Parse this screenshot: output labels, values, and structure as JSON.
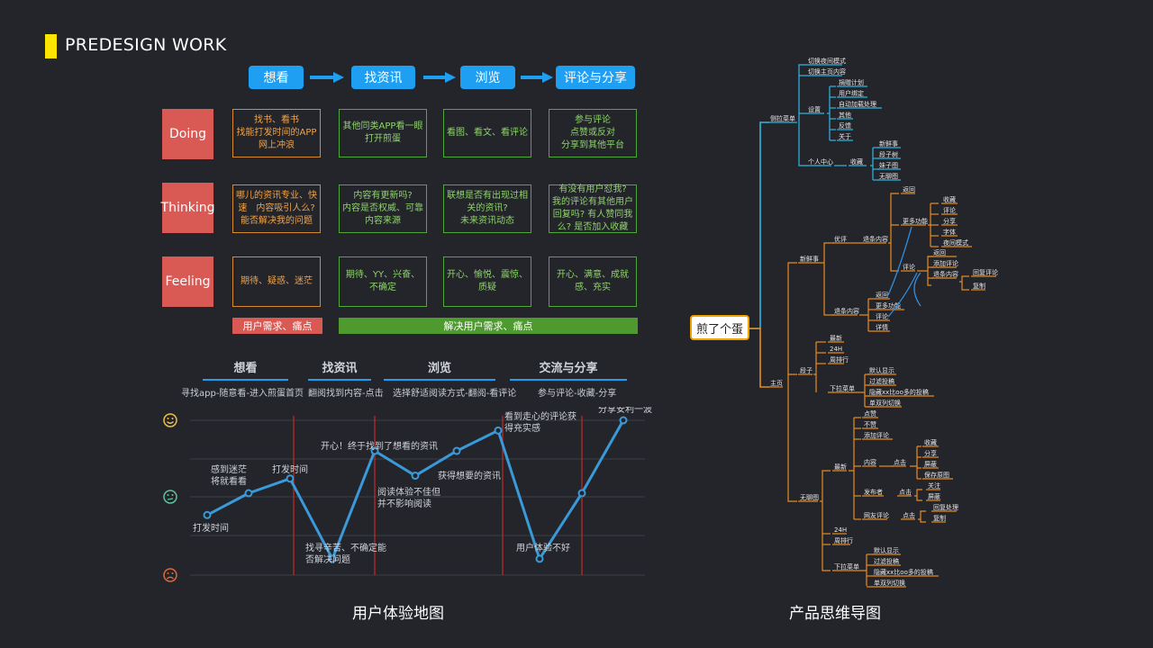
{
  "header": {
    "title": "PREDESIGN WORK"
  },
  "flow": {
    "steps": [
      "想看",
      "找资讯",
      "浏览",
      "评论与分享"
    ]
  },
  "rows": [
    {
      "label": "Doing",
      "cells": [
        "找书、看书\n找能打发时间的APP\n网上冲浪",
        "其他同类APP看一眼\n打开煎蛋",
        "看图、看文、看评论",
        "参与评论\n点赞或反对\n分享到其他平台"
      ]
    },
    {
      "label": "Thinking",
      "cells": [
        "哪儿的资讯专业、快速　内容吸引人么?能否解决我的问题",
        "内容有更新吗?\n内容是否权威、可靠\n内容来源",
        "联想是否有出现过相关的资讯?\n未来资讯动态",
        "有没有用户怼我?\n我的评论有其他用户回复吗? 有人赞同我么? 是否加入收藏"
      ]
    },
    {
      "label": "Feeling",
      "cells": [
        "期待、疑惑、迷茫",
        "期待、YY、兴奋、不确定",
        "开心、愉悦、震惊、质疑",
        "开心、满意、成就感、充实"
      ]
    }
  ],
  "tags": {
    "pain": "用户需求、痛点",
    "solve": "解决用户需求、痛点"
  },
  "stages": [
    {
      "title": "想看",
      "sub": "寻找app-随意看-进入煎蛋首页"
    },
    {
      "title": "找资讯",
      "sub": "翻阅找到内容-点击"
    },
    {
      "title": "浏览",
      "sub": "选择舒适阅读方式-翻阅-看评论"
    },
    {
      "title": "交流与分享",
      "sub": "参与评论-收藏-分享"
    }
  ],
  "chart_data": {
    "type": "line",
    "title": "",
    "levels": [
      "happy",
      "neutral",
      "sad"
    ],
    "points": [
      {
        "y": 0.35,
        "label": "打发时间"
      },
      {
        "y": 0.5,
        "label": "感到迷茫\n将就看看"
      },
      {
        "y": 0.6,
        "label": "打发时间"
      },
      {
        "y": 0.05,
        "label": "找寻辛苦、不确定能否解决问题"
      },
      {
        "y": 0.79,
        "label": "开心！终于找到了想看的资讯"
      },
      {
        "y": 0.62,
        "label": "阅读体验不佳但\n并不影响阅读"
      },
      {
        "y": 0.79,
        "label": "获得想要的资讯"
      },
      {
        "y": 0.93,
        "label": "看到走心的评论获\n得充实感"
      },
      {
        "y": 0.05,
        "label": "用户体验不好"
      },
      {
        "y": 0.5,
        "label": ""
      },
      {
        "y": 1.0,
        "label": "分享安利一波"
      }
    ],
    "ylim": [
      0,
      1
    ],
    "emotion_icons": [
      "smile-icon",
      "neutral-face-icon",
      "frown-icon"
    ],
    "colors": {
      "line": "#3a9ad9",
      "happy": "#f0c040",
      "neutral": "#5fc29a",
      "sad": "#d96a3a",
      "divider": "#c42a2a"
    }
  },
  "captions": {
    "left": "用户体验地图",
    "right": "产品思维导图"
  },
  "mindmap": {
    "root": "煎了个蛋",
    "top": {
      "label": "侧拉菜单",
      "items": [
        "切换夜间模式",
        "切换主页内容"
      ],
      "settings": {
        "label": "设置",
        "items": [
          "捐赠计划",
          "用户绑定",
          "自动加载处理",
          "其他",
          "反馈",
          "关于"
        ]
      },
      "personal": {
        "label": "个人中心",
        "collect": "收藏",
        "items": [
          "新鲜事",
          "段子树",
          "妹子图",
          "无聊图"
        ]
      }
    },
    "home": {
      "label": "主页"
    },
    "fresh": {
      "label": "新鲜事",
      "excellent": "优评",
      "content1": "退条内容",
      "more": "更多功能",
      "moreItems": [
        "收藏",
        "评论",
        "分享",
        "字体",
        "夜间模式"
      ],
      "back": "返回",
      "comment": "评论",
      "commentItems": [
        "返回",
        "添加评论",
        "退条内容"
      ],
      "replyItems": [
        "回复评论",
        "复制"
      ],
      "content2": "退条内容",
      "content2Items": [
        "返回",
        "更多功能",
        "评论",
        "详情"
      ]
    },
    "joke": {
      "label": "段子",
      "items": [
        "最新",
        "24H",
        "周排行"
      ],
      "dropdown": "下拉菜单",
      "dropdownItems": [
        "默认显示",
        "过滤投稿",
        "隐藏xx比oo多的投稿",
        "单双列切换"
      ]
    },
    "boring": {
      "label": "无聊图",
      "latest": "最新",
      "latestItems": [
        "点赞",
        "不赞",
        "添加评论"
      ],
      "content": "内容",
      "click": "点击",
      "contentItems": [
        "收藏",
        "分享",
        "屏蔽",
        "保存原图"
      ],
      "author": "发布者",
      "authorItems": [
        "关注",
        "屏蔽"
      ],
      "netComment": "网友评论",
      "netItems": [
        "回复处理",
        "复制"
      ],
      "h24": "24H",
      "week": "周排行",
      "dropdown": "下拉菜单",
      "dropdownItems": [
        "默认显示",
        "过滤投稿",
        "隐藏xx比oo多的投稿",
        "单双列切换"
      ]
    }
  }
}
